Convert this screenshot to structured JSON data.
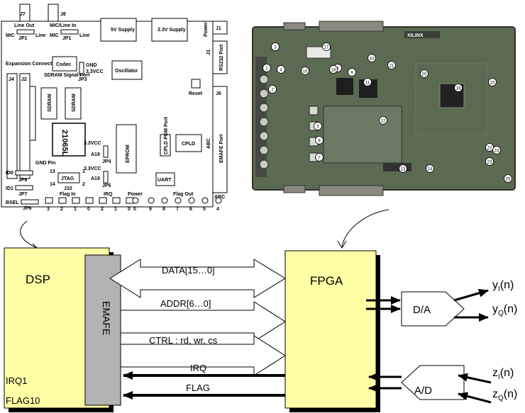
{
  "board_eval": {
    "j7": "J7",
    "j8": "J8",
    "line_out": "Line Out",
    "mic_line_in": "MIC/Line In",
    "mic1": "MIC",
    "jp1a": "JP1",
    "line1": "Line",
    "mic2": "MIC",
    "jp1b": "JP1",
    "line2": "Line",
    "supply5": "5V Supply",
    "supply33": "3.3V Supply",
    "power": "Power",
    "j1": "J1",
    "j3": "J3",
    "rs232": "RS232 Port",
    "expansion": "Expansion Connectors",
    "j4": "J4",
    "j2": "J2",
    "codec": "Codec",
    "gnd_jp3": "GND",
    "vcc_jp3": "3.3VCC",
    "jp3": "JP3",
    "oscillator": "Oscillator",
    "sdram_signal": "SDRAM Signal Port",
    "sdram1": "SDRAM",
    "sdram2": "SDRAM",
    "reset": "Reset",
    "j6": "J6",
    "emafe_port": "EMAFE Port",
    "dsp_chip": "21065L",
    "vcc_jp4": "3.3VCC",
    "a18": "A18",
    "jp4": "JP4",
    "eprom": "EPROM",
    "cpld_pgm": "CPLD PGM Port",
    "cpld": "CPLD",
    "vcc_jp5": "3.3VCC",
    "a19": "A19",
    "jp5": "JP5",
    "gnd_pin": "GND Pin",
    "id0": "ID0",
    "jp8": "JP8",
    "id1": "ID1",
    "jp7": "JP7",
    "bsel": "BSEL",
    "jp6": "JP6",
    "jtag": "JTAG",
    "j10": "J10",
    "n13": "13",
    "n14": "14",
    "n1": "1",
    "n2": "2",
    "uart": "UART",
    "flag_in": "Flag In",
    "irq": "IRQ",
    "power_btn": "Power",
    "flag_out": "Flag Out",
    "abc1": "ABC",
    "abc2": "ABC",
    "flag_in_nums": [
      "3",
      "2",
      "1",
      "0"
    ],
    "irq_nums": [
      "2",
      "1",
      "0"
    ],
    "power_num": "0",
    "flag_out_nums": [
      "9",
      "8",
      "7",
      "6",
      "5",
      "4"
    ]
  },
  "board_fpga": {
    "brand": "XILINX",
    "callouts": [
      "1",
      "2",
      "3",
      "4",
      "5",
      "6",
      "7",
      "8",
      "9",
      "10",
      "11",
      "12",
      "13",
      "14",
      "15",
      "16",
      "17",
      "18",
      "19",
      "20",
      "21",
      "22",
      "23",
      "24",
      "25"
    ]
  },
  "block": {
    "dsp": "DSP",
    "emafe": "EMAFE",
    "irq1": "IRQ1",
    "flag10": "FLAG10",
    "fpga": "FPGA",
    "data": "DATA[15…0]",
    "addr": "ADDR[6…0]",
    "ctrl": "CTRL : rd, wr, cs",
    "irq_line": "IRQ",
    "flag_line": "FLAG",
    "da": "D/A",
    "ad": "A/D",
    "yi_base": "y",
    "yi_sub": "I",
    "yi_tail": "(n)",
    "yq_base": "y",
    "yq_sub": "Q",
    "yq_tail": "(n)",
    "zi_base": "z",
    "zi_sub": "I",
    "zi_tail": "(n)",
    "zq_base": "z",
    "zq_sub": "Q",
    "zq_tail": "(n)"
  },
  "colors": {
    "block_fill": "#ffffa6",
    "emafe_fill": "#b3b3b3",
    "pcb": "#5b6b52",
    "pcb_dark": "#3a3f36",
    "line": "#000000"
  }
}
